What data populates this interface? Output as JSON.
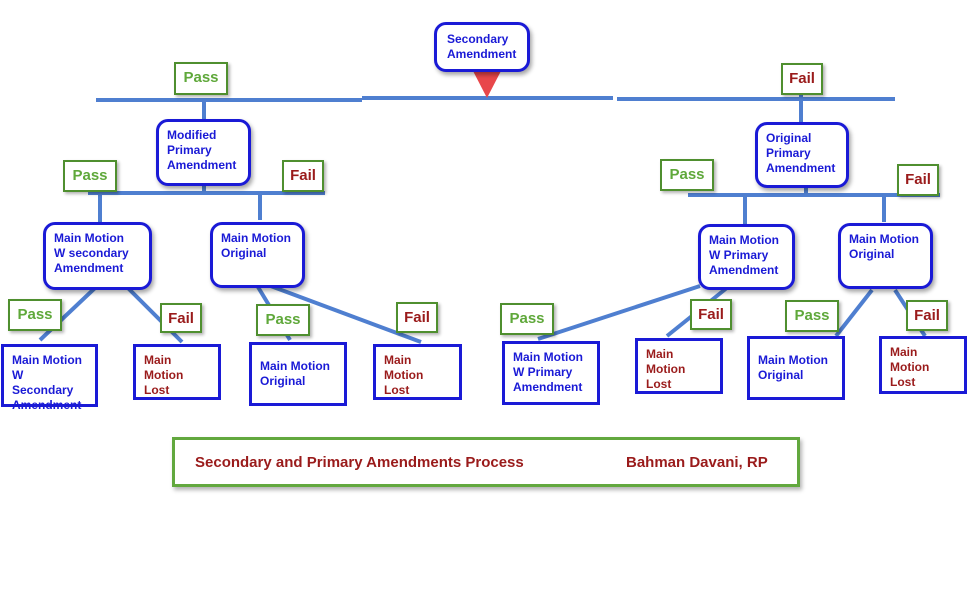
{
  "colors": {
    "line": "#4f7fd0",
    "node_border": "#1a1ad6",
    "pass_text": "#5fa83a",
    "fail_text": "#9a1b1b",
    "tag_border": "#4f8f2f",
    "arrow": "#e8474a"
  },
  "root": {
    "label": "Secondary\nAmendment"
  },
  "outcomes": {
    "pass": "Pass",
    "fail": "Fail"
  },
  "left_branch": {
    "node": "Modified\nPrimary\nAmendment",
    "pass_node": "Main Motion\nW secondary\nAmendment",
    "fail_node": "Main Motion\nOriginal",
    "pass_pass": "Main Motion\nW Secondary\nAmendment",
    "pass_fail": "Main Motion\nLost",
    "fail_pass": "Main Motion\nOriginal",
    "fail_fail": "Main Motion\nLost"
  },
  "right_branch": {
    "node": "Original\nPrimary\nAmendment",
    "pass_node": "Main Motion\nW Primary\nAmendment",
    "fail_node": "Main Motion\nOriginal",
    "pass_pass": "Main Motion\nW Primary\nAmendment",
    "pass_fail": "Main Motion\nLost",
    "fail_pass": "Main Motion\nOriginal",
    "fail_fail": "Main Motion\nLost"
  },
  "footer": {
    "title": "Secondary and Primary Amendments Process",
    "author": "Bahman Davani, RP"
  }
}
